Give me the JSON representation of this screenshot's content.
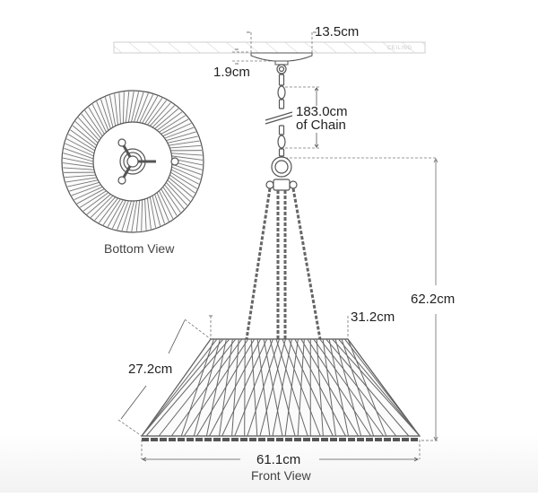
{
  "diagram": {
    "type": "technical-dimension-drawing",
    "subject": "woven pendant chandelier",
    "ceiling_label": "CEILING",
    "views": {
      "bottom": {
        "caption": "Bottom View"
      },
      "front": {
        "caption": "Front View"
      }
    },
    "dimensions": {
      "canopy_width": "13.5cm",
      "canopy_height": "1.9cm",
      "chain_length_value": "183.0cm",
      "chain_length_suffix": "of Chain",
      "fixture_height": "62.2cm",
      "top_diameter": "31.2cm",
      "shade_slant_height": "27.2cm",
      "bottom_diameter": "61.1cm"
    },
    "colors": {
      "line": "#555555",
      "dim_line": "#777777",
      "text": "#222222",
      "ceiling_hatch": "#cfcfcf"
    }
  }
}
